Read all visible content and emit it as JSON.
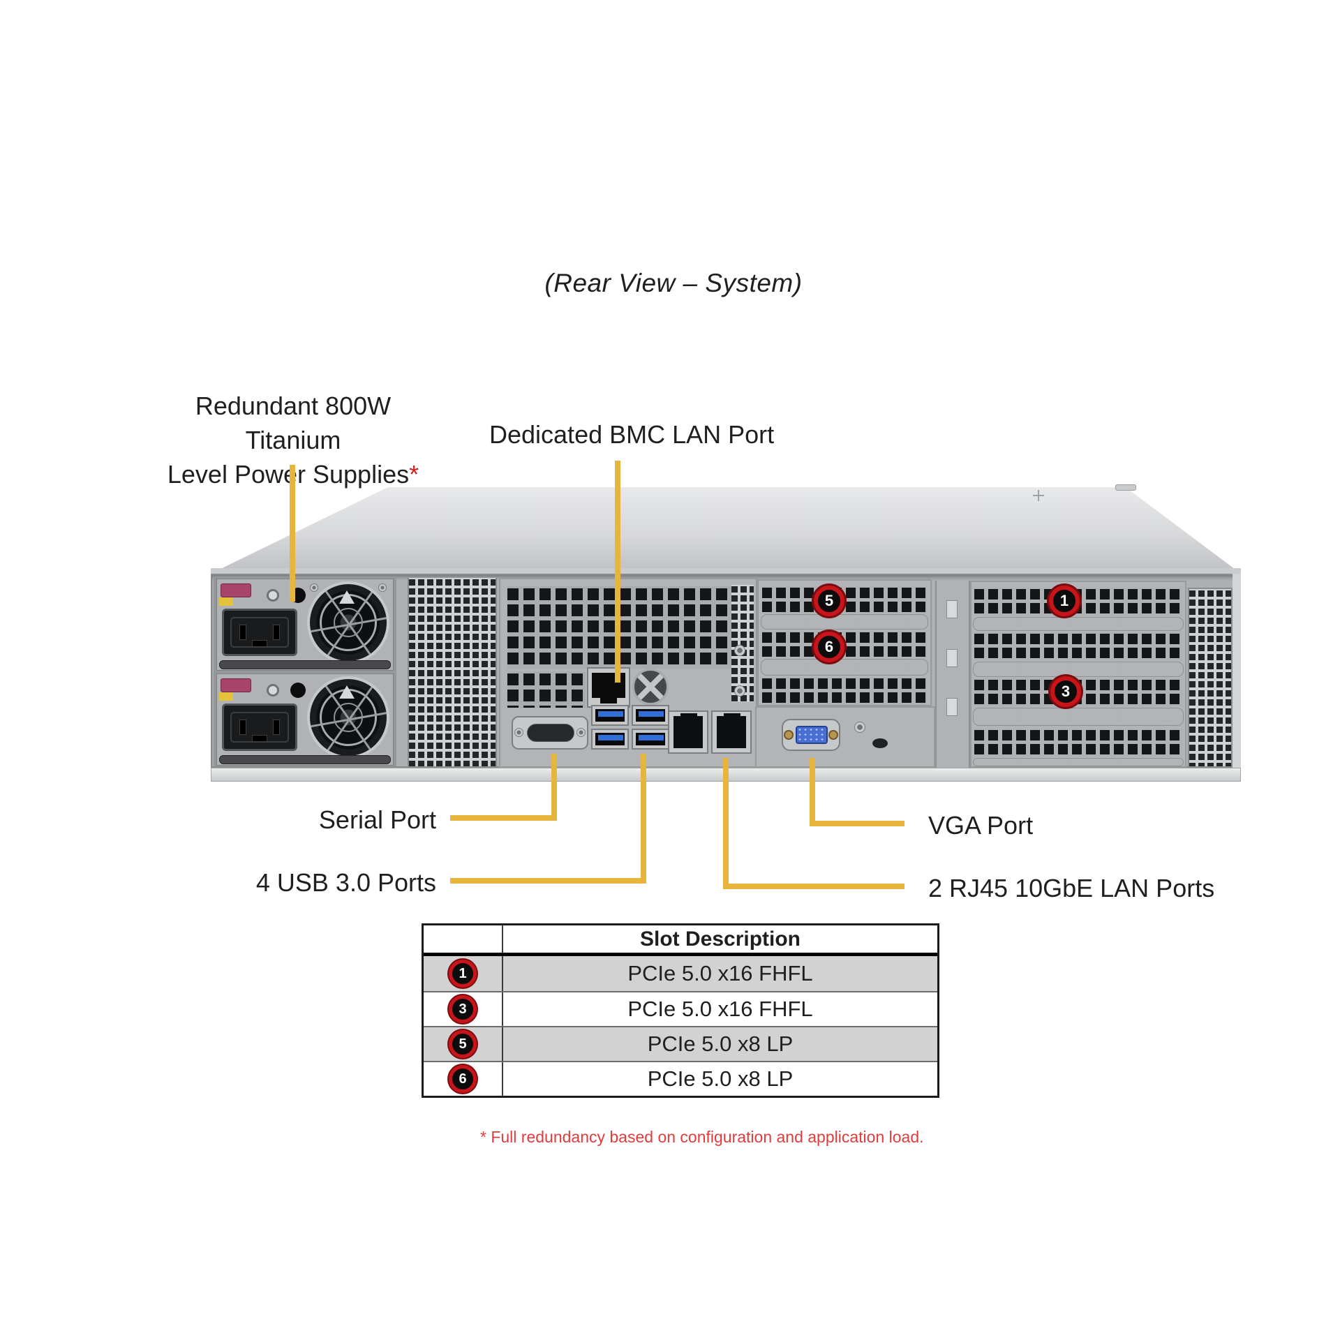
{
  "title": "(Rear View – System)",
  "callouts": {
    "psu": {
      "line1": "Redundant 800W Titanium",
      "line2": "Level Power Supplies",
      "asterisk": "*"
    },
    "bmc": {
      "label": "Dedicated BMC LAN Port"
    },
    "serial": {
      "label": "Serial Port"
    },
    "usb": {
      "label": "4 USB 3.0 Ports"
    },
    "vga": {
      "label": "VGA Port"
    },
    "lan": {
      "label": "2 RJ45 10GbE LAN Ports"
    }
  },
  "server": {
    "badges": {
      "slot1": "1",
      "slot3": "3",
      "slot5": "5",
      "slot6": "6"
    }
  },
  "table": {
    "header": "Slot Description",
    "rows": [
      {
        "slot": "1",
        "description": "PCIe 5.0 x16 FHFL",
        "shaded": true
      },
      {
        "slot": "3",
        "description": "PCIe 5.0 x16 FHFL",
        "shaded": false
      },
      {
        "slot": "5",
        "description": "PCIe 5.0 x8 LP",
        "shaded": true
      },
      {
        "slot": "6",
        "description": "PCIe 5.0 x8 LP",
        "shaded": false
      }
    ]
  },
  "footnote": "* Full redundancy based on configuration and application load.",
  "colors": {
    "callout_line": "#E7B53B",
    "badge_ring_red": "#C8151B",
    "asterisk_red": "#D02020",
    "footnote_red": "#E03C3C",
    "usb_blue": "#2F6FD6",
    "vga_blue": "#4A6FD4",
    "table_shaded_row": "#D2D2D2"
  }
}
